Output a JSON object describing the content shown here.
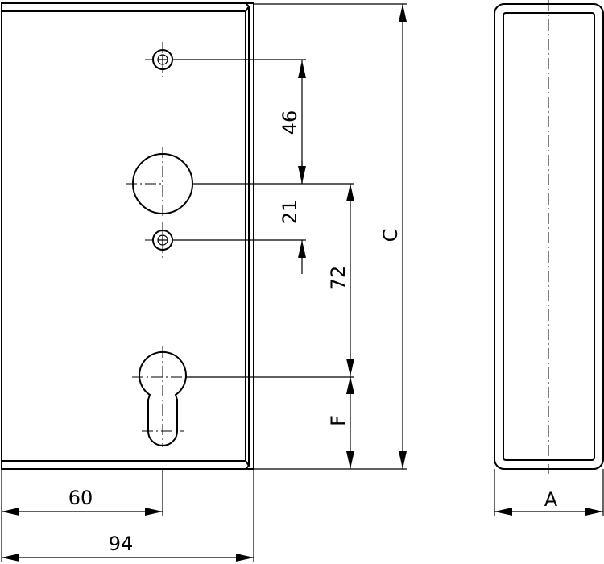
{
  "dimensions": {
    "hole_spacing_upper": "46",
    "hole_spacing_lower": "21",
    "center_to_cylinder": "72",
    "cylinder_offset": "F",
    "total_height": "C",
    "backset": "60",
    "width": "94",
    "depth": "A"
  },
  "colors": {
    "line": "#000000",
    "background": "#ffffff"
  }
}
